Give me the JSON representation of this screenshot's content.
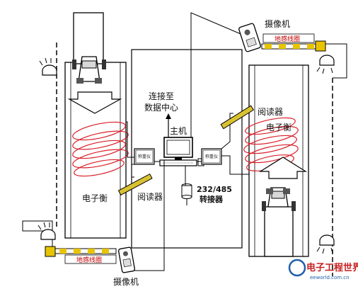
{
  "labels": {
    "camera_top": "摄像机",
    "camera_bottom": "摄像机",
    "loop_top": "地感线圈",
    "loop_bottom": "地感线圈",
    "reader_right": "阅读器",
    "reader_left": "阅读器",
    "scale_right": "电子衡",
    "scale_left": "电子衡",
    "host": "主机",
    "connect_line1": "连接至",
    "connect_line2": "数据中心",
    "weigher_left": "称重仪",
    "weigher_right": "称重仪",
    "converter_line1": "232/485",
    "converter_line2": "转接器"
  },
  "watermark": {
    "title": "电子工程世界",
    "url": "eeworld.com.cn"
  },
  "colors": {
    "coil": "#d8202a",
    "barrier_yellow": "#e8c400",
    "reader_yellow": "#d9c230",
    "line": "#000000",
    "loop_text": "#c00000"
  }
}
